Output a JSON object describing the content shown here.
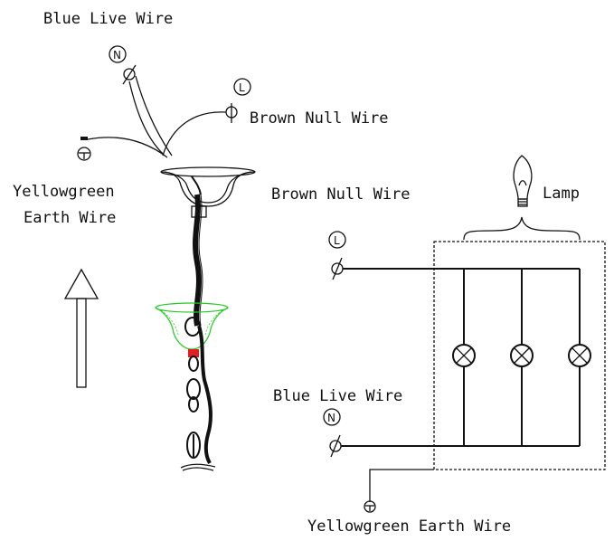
{
  "labels": {
    "blue_live_top": "Blue Live Wire",
    "brown_null_top": "Brown Null Wire",
    "earth_left_line1": "Yellowgreen",
    "earth_left_line2": "Earth Wire",
    "brown_null_right": "Brown Null Wire",
    "lamp": "Lamp",
    "blue_live_right": "Blue Live Wire",
    "earth_bottom": "Yellowgreen Earth Wire"
  },
  "terminals": {
    "neutral": "N",
    "live": "L"
  },
  "colors": {
    "lines": "#111111",
    "shade_outline": "#22cc22",
    "coupler": "#e02020"
  },
  "icons": [
    "neutral-terminal-icon",
    "live-terminal-icon",
    "earth-terminal-icon",
    "bulb-icon",
    "up-arrow-icon",
    "lamp-symbol-icon"
  ]
}
